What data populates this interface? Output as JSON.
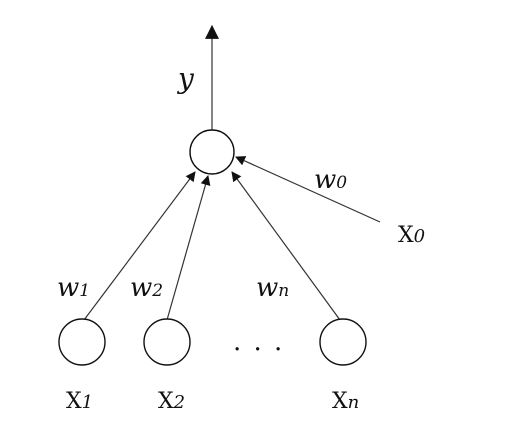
{
  "diagram": {
    "output": {
      "label": "y"
    },
    "bias": {
      "input_label": "X",
      "input_sub": "0",
      "weight_label": "w",
      "weight_sub": "0"
    },
    "inputs": [
      {
        "label": "X",
        "sub": "1",
        "weight_label": "w",
        "weight_sub": "1"
      },
      {
        "label": "X",
        "sub": "2",
        "weight_label": "w",
        "weight_sub": "2"
      },
      {
        "label": "X",
        "sub": "n",
        "weight_label": "w",
        "weight_sub": "n"
      }
    ],
    "ellipsis": ". . ."
  },
  "colors": {
    "stroke": "#111111",
    "edge": "#333333",
    "background": "#ffffff"
  }
}
